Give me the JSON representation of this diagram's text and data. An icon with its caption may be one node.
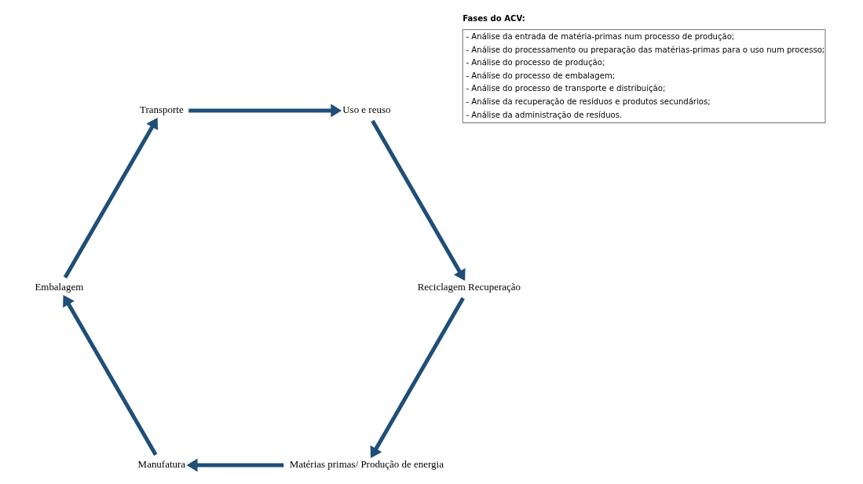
{
  "diagram": {
    "nodes": [
      {
        "text": [
          "Matérias primas/ Produção de energia"
        ]
      },
      {
        "text": [
          "Manufatura"
        ]
      },
      {
        "text": [
          "Embalagem"
        ]
      },
      {
        "text": [
          "Transporte"
        ]
      },
      {
        "text": [
          "Uso e reuso"
        ]
      },
      {
        "text": [
          "Reciclagem Recuperação"
        ]
      },
      {
        "text": [
          "Fases do ACV:",
          "- Análise da entrada de matéria-primas num processo de produção;",
          "- Análise do processamento ou preparação das matérias-primas para o uso num processo;",
          "- Análise do processo de produção;",
          "- Análise do processo de embalagem;",
          "- Análise do processo de transporte e distribuição;",
          "- Análise da recuperação de resíduos e produtos secundários;",
          "- Análise da administração de resíduos."
        ]
      }
    ],
    "edges": [
      {
        "from": 0,
        "to": 1,
        "arrow": "to"
      },
      {
        "from": 1,
        "to": 2,
        "arrow": "to"
      },
      {
        "from": 2,
        "to": 3,
        "arrow": "to"
      },
      {
        "from": 3,
        "to": 4,
        "arrow": "to"
      },
      {
        "from": 4,
        "to": 5,
        "arrow": "to"
      },
      {
        "from": 5,
        "to": 0,
        "arrow": "to"
      }
    ]
  }
}
